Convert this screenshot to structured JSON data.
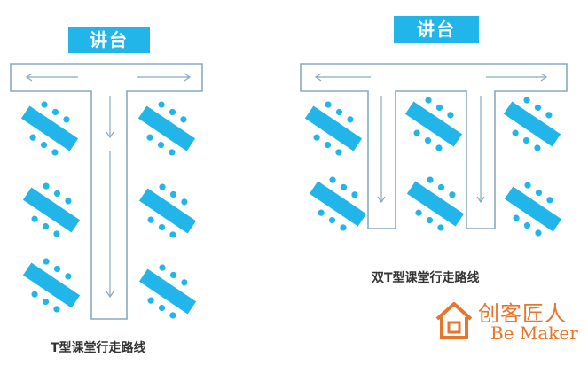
{
  "left_layout": {
    "podium_label": "讲台",
    "caption": "T型课堂行走路线"
  },
  "right_layout": {
    "podium_label": "讲台",
    "caption": "双T型课堂行走路线"
  },
  "logo": {
    "name_cn": "创客匠人",
    "name_en": "Be Maker"
  },
  "colors": {
    "accent": "#22b5e9",
    "path_stroke": "#8aa9bd",
    "logo_orange": "#e8752c"
  },
  "icons": [
    "house-logo-icon"
  ]
}
